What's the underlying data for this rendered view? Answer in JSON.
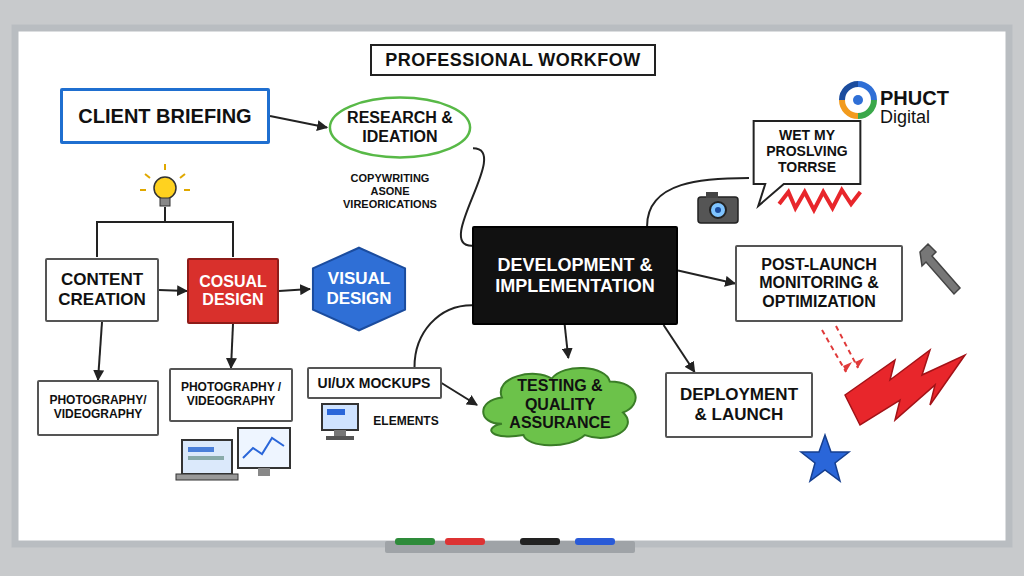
{
  "diagram": {
    "title": "PROFESSIONAL WORKFOW",
    "nodes": [
      {
        "text": [
          "CLIENT BRIEFING"
        ]
      },
      {
        "text": [
          "RESEARCH & IDEATION"
        ]
      },
      {
        "text": [
          "WET MY PROSLVING TORRSE"
        ]
      },
      {
        "text": [
          "CONTENT CREATION"
        ]
      },
      {
        "text": [
          "COSUAL DESIGN"
        ]
      },
      {
        "text": [
          "VISUAL DESIGN"
        ]
      },
      {
        "text": [
          "DEVELOPMENT & IMPLEMENTATION"
        ]
      },
      {
        "text": [
          "POST-LAUNCH MONITORING & OPTIMIZATION"
        ]
      },
      {
        "text": [
          "PHOTOGRAPHY/ VIDEOGRAPHY"
        ]
      },
      {
        "text": [
          "PHOTOGRAPHY / VIDEOGRAPHY"
        ]
      },
      {
        "text": [
          "UI/UX MOCKUPS"
        ]
      },
      {
        "text": [
          "TESTING & QUALITY ASSURANCE"
        ]
      },
      {
        "text": [
          "DEPLOYMENT & LAUNCH"
        ]
      }
    ],
    "edges": [
      {
        "from": 0,
        "to": 1,
        "arrow": "to"
      },
      {
        "from": 3,
        "to": 4,
        "arrow": "to"
      },
      {
        "from": 4,
        "to": 5,
        "arrow": "to"
      },
      {
        "from": 3,
        "to": 8,
        "arrow": "to"
      },
      {
        "from": 4,
        "to": 9,
        "arrow": "to"
      },
      {
        "from": 1,
        "to": 6,
        "arrow": "none"
      },
      {
        "from": 6,
        "to": 7,
        "arrow": "to"
      },
      {
        "from": 6,
        "to": 2,
        "arrow": "none"
      },
      {
        "from": 6,
        "to": 11,
        "arrow": "to"
      },
      {
        "from": 6,
        "to": 12,
        "arrow": "to"
      },
      {
        "from": 10,
        "to": 11,
        "arrow": "to"
      },
      {
        "from": 10,
        "to": 6,
        "arrow": "none"
      }
    ],
    "labels": [
      "COPYWRITING ASONE VIREORICATIONS",
      "ELEMENTS",
      "PHUCT",
      "Digital"
    ]
  }
}
